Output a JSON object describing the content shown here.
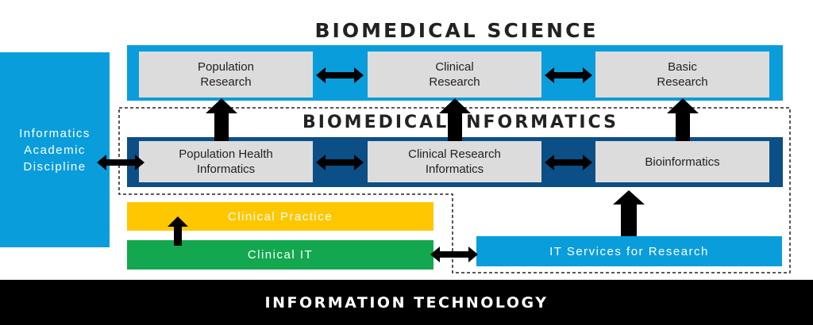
{
  "titles": {
    "biomedical_science": "BIOMEDICAL SCIENCE",
    "biomedical_informatics": "BIOMEDICAL INFORMATICS",
    "information_technology": "INFORMATION TECHNOLOGY"
  },
  "science_boxes": [
    "Population Research",
    "Clinical Research",
    "Basic Research"
  ],
  "informatics_boxes": [
    "Population Health Informatics",
    "Clinical Research Informatics",
    "Bioinformatics"
  ],
  "side_panel": "Informatics Academic Discipline",
  "clinical_practice": "Clinical Practice",
  "clinical_it": "Clinical IT",
  "it_services": "IT Services for Research",
  "colors": {
    "science_blue": "#0a9ddb",
    "informatics_navy": "#0b4f86",
    "practice_yellow": "#ffc700",
    "clinical_it_green": "#13a84f",
    "it_bar": "#000000",
    "box_gray": "#dcdcdc"
  }
}
